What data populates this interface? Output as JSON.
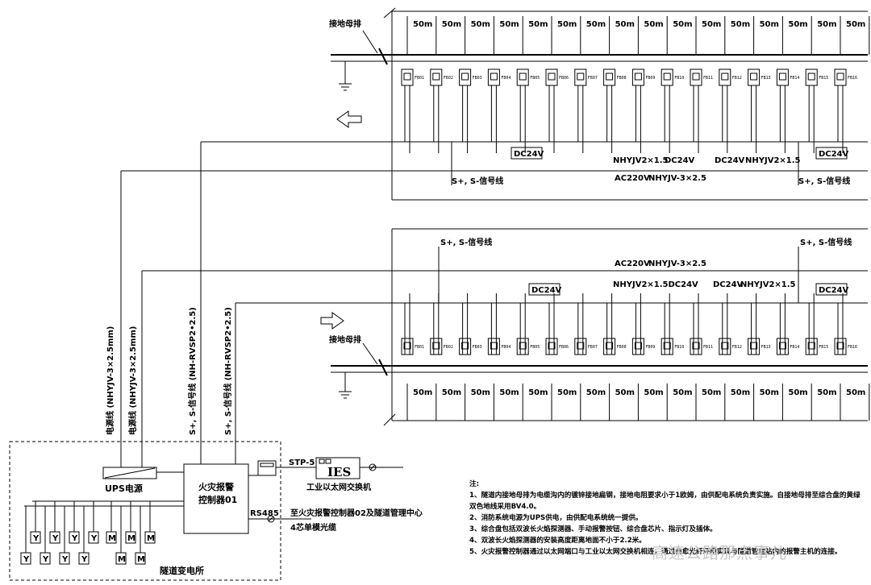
{
  "top_row": {
    "segment_label": "50m",
    "devices": [
      "FB01",
      "FB02",
      "FB03",
      "FB04",
      "FB05",
      "FB06",
      "FB07",
      "FB08",
      "FB09",
      "FB10",
      "FB11",
      "FB12",
      "FB13",
      "FB14",
      "FB15",
      "FB16"
    ],
    "ground_bar_label": "接地母排",
    "dc_label": "DC24V",
    "cable1": "NHYJV2×1.5",
    "cable1_dc": "DC24V",
    "cable2_dc": "DC24V",
    "cable2": "NHYJV2×1.5",
    "signal_left": "S+, S-信号线",
    "signal_right": "S+, S-信号线",
    "ac_label": "AC220V",
    "ac_cable": "NHYJV-3×2.5"
  },
  "bottom_row": {
    "segment_label": "50m",
    "devices": [
      "FB01",
      "FB02",
      "FB03",
      "FB04",
      "FB05",
      "FB06",
      "FB07",
      "FB08",
      "FB09",
      "FB10",
      "FB11",
      "FB12",
      "FB13",
      "FB14",
      "FB15",
      "FB16"
    ],
    "ground_bar_label": "接地母排",
    "dc_label": "DC24V",
    "cable1": "NHYJV2×1.5DC24V",
    "cable2_dc": "DC24V",
    "cable2": "NHYJV2×1.5",
    "signal_left": "S+, S-信号线",
    "signal_right": "S+, S-信号线",
    "ac_label": "AC220V",
    "ac_cable": "NHYJV-3×2.5"
  },
  "vertical_labels": {
    "power1": "电源线 (NHYJV-3×2.5mm)",
    "power2": "电源线 (NHYJV-3×2.5mm)",
    "signal1": "S+, S-信号线 (NH-RVSP2•2.5)",
    "signal2": "S+, S-信号线 (NH-RVSP2•2.5)"
  },
  "substation": {
    "ups_label": "UPS电源",
    "controller_line1": "火灾报警",
    "controller_line2": "控制器01",
    "rs485": "RS485",
    "stp": "STP-5",
    "ies": "IES",
    "switch_label": "工业以太网交换机",
    "route_line1": "至火灾报警控制器02及隧道管理中心",
    "route_line2": "4芯单模光缆",
    "name": "隧道变电所",
    "y_label": "Y",
    "m_label": "M"
  },
  "notes": {
    "title": "注:",
    "items": [
      "1、隧道内接地母排为电缆沟内的镀锌接地扁钢，接地电阻要求小于1欧姆，由供配电系统负责实施。自接地母排至综合盘的黄绿双色地线采用BV4.0。",
      "2、消防系统电源为UPS供电，由供配电系统统一提供。",
      "3、综合盘包括双波长火焰探测器、手动报警按钮、综合盘芯片、指示灯及插体。",
      "4、双波长火焰探测器的安装高度距离地面不小于2.2米。",
      "5、火灾报警控制器通过以太网端口与工业以太网交换机相连，通过自愈光纤环网实现与隧道管理站内的报警主机的连接。"
    ]
  },
  "watermark": "高速公路那点事儿"
}
